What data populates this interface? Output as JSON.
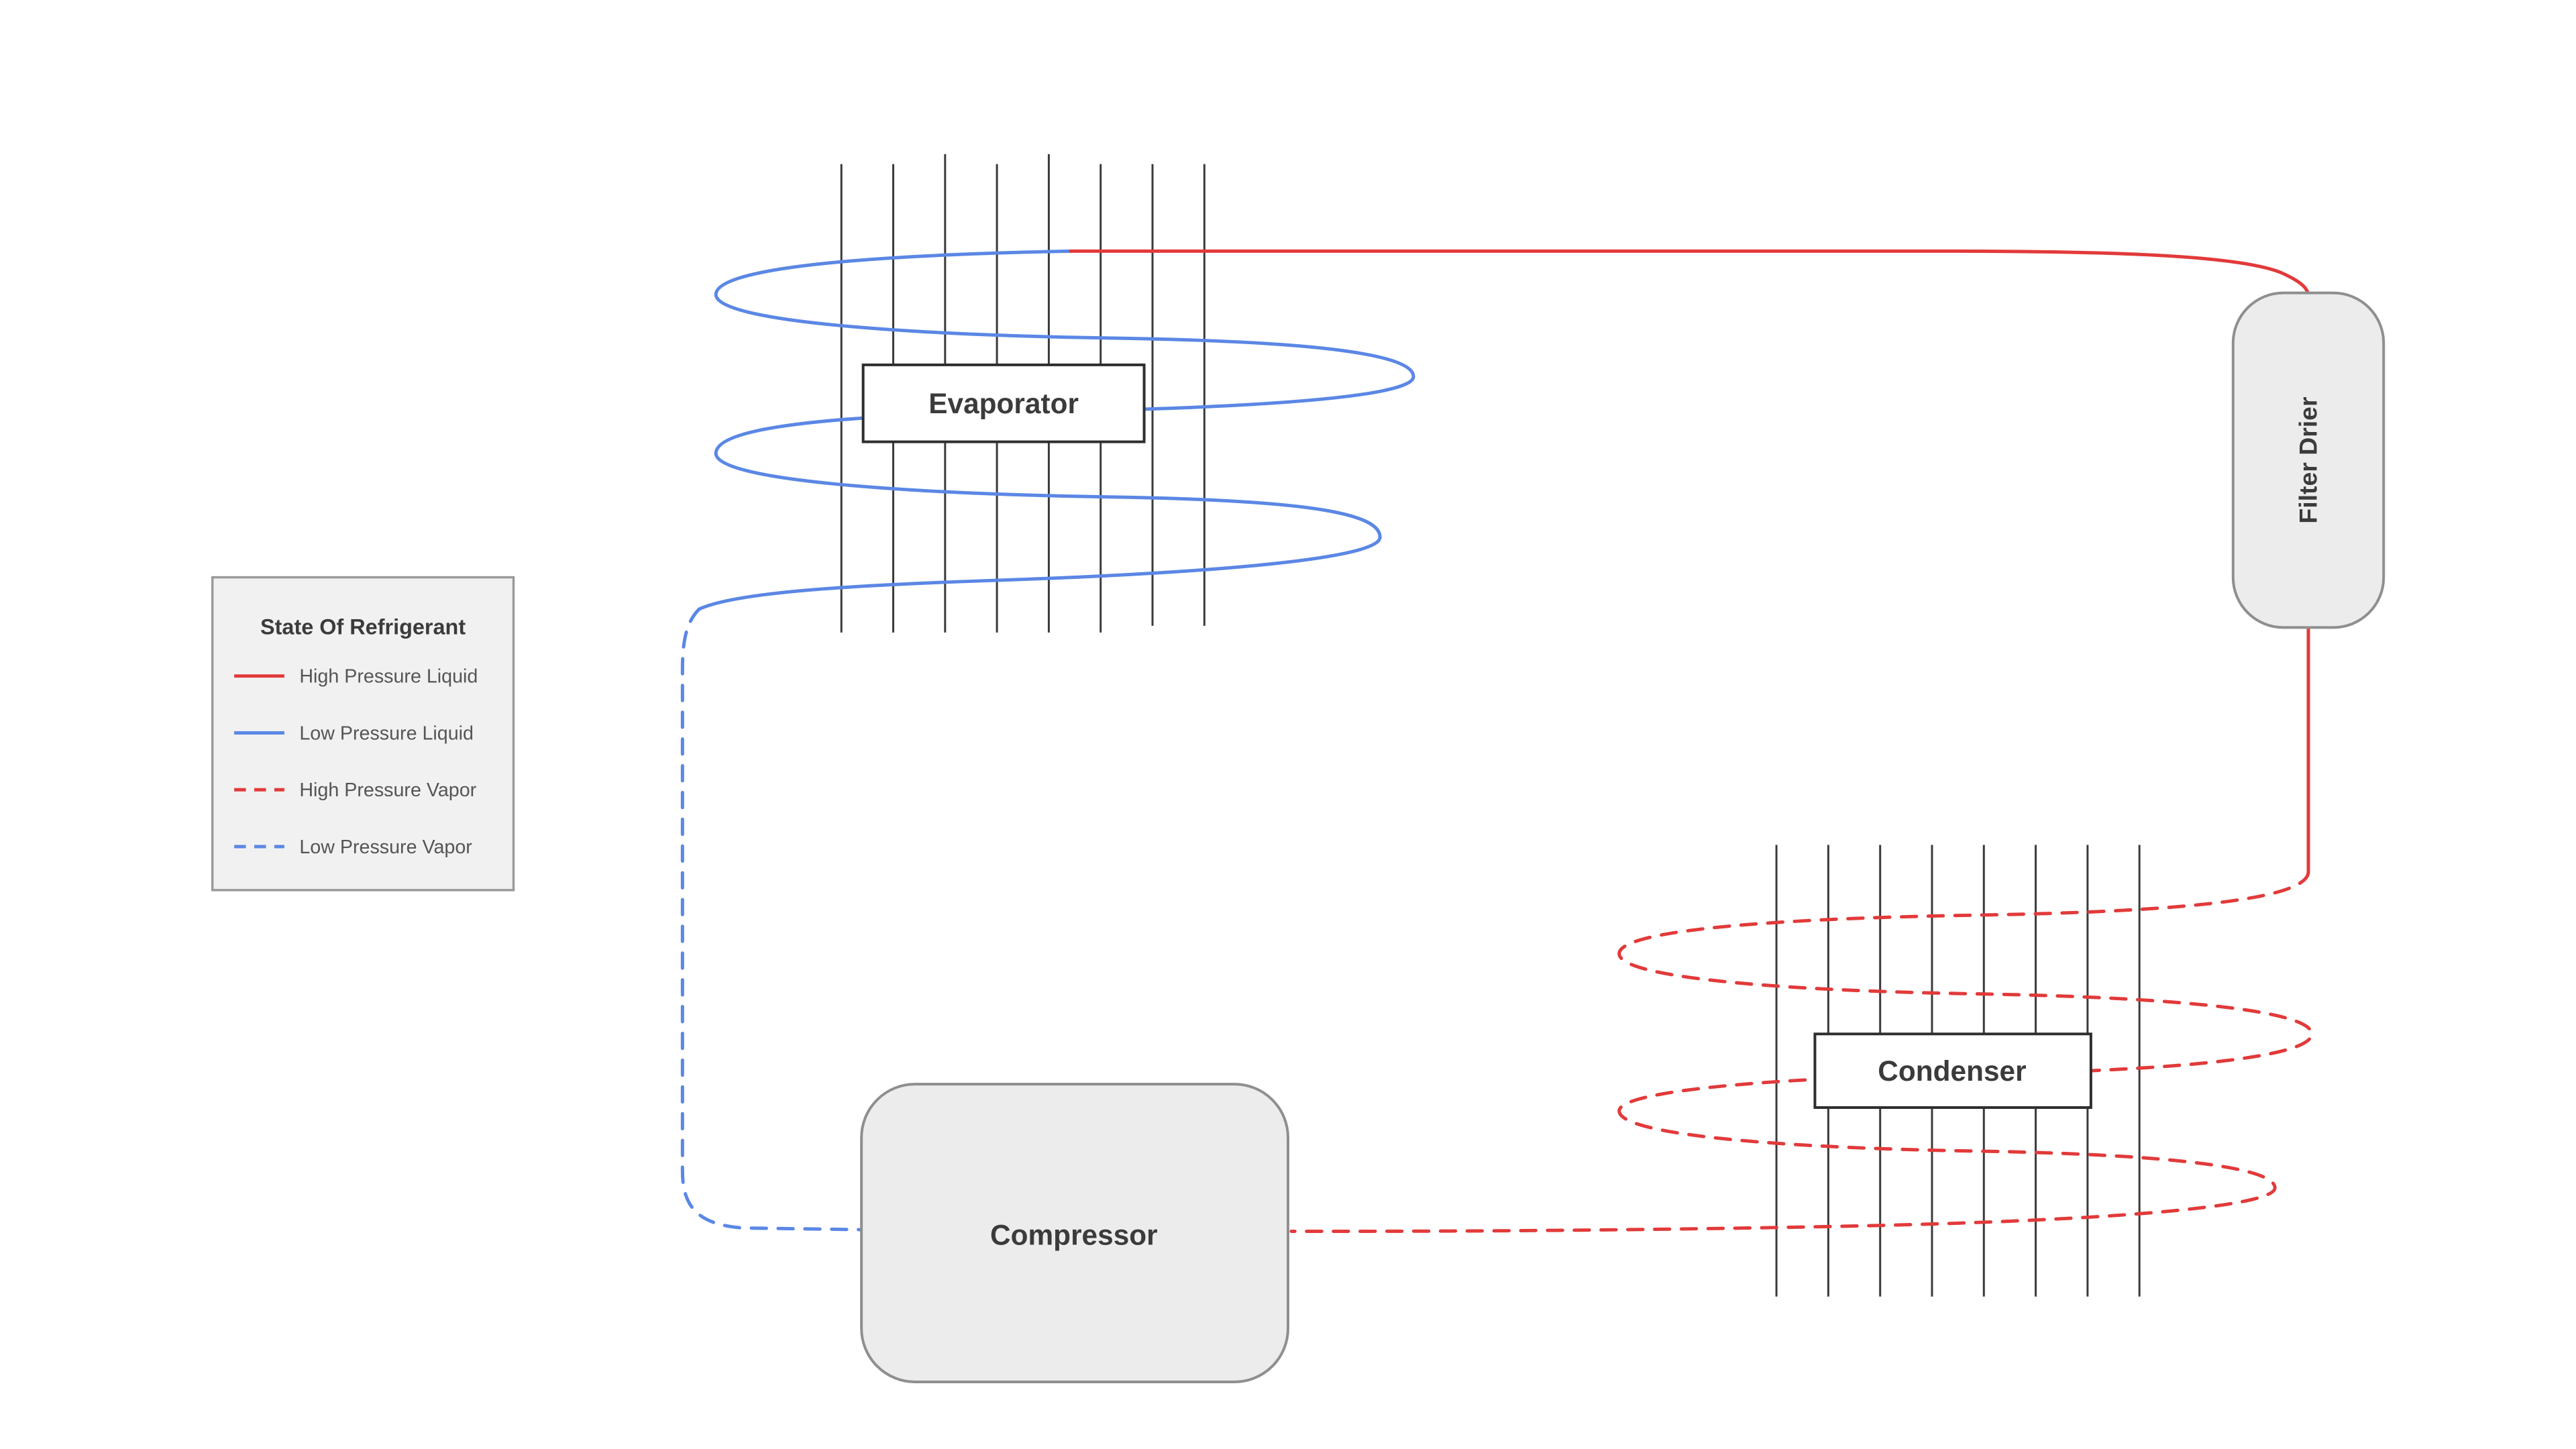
{
  "legend": {
    "title": "State Of Refrigerant",
    "items": [
      {
        "label": "High Pressure Liquid",
        "color": "#e23a3a",
        "style": "solid"
      },
      {
        "label": "Low Pressure Liquid",
        "color": "#5b87e5",
        "style": "solid"
      },
      {
        "label": "High Pressure Vapor",
        "color": "#e23a3a",
        "style": "dashed"
      },
      {
        "label": "Low Pressure Vapor",
        "color": "#5b87e5",
        "style": "dashed"
      }
    ]
  },
  "components": {
    "evaporator": {
      "label": "Evaporator"
    },
    "condenser": {
      "label": "Condenser"
    },
    "filter_drier": {
      "label": "Filter Drier"
    },
    "compressor": {
      "label": "Compressor"
    }
  },
  "colors": {
    "high_pressure": "#e23a3a",
    "low_pressure": "#5b87e5",
    "coil_line": "#3a3a3a",
    "label_text": "#3b3b3b",
    "component_fill": "#ececec",
    "component_border": "#8f8f8f",
    "box_border": "#2e2e2e"
  }
}
